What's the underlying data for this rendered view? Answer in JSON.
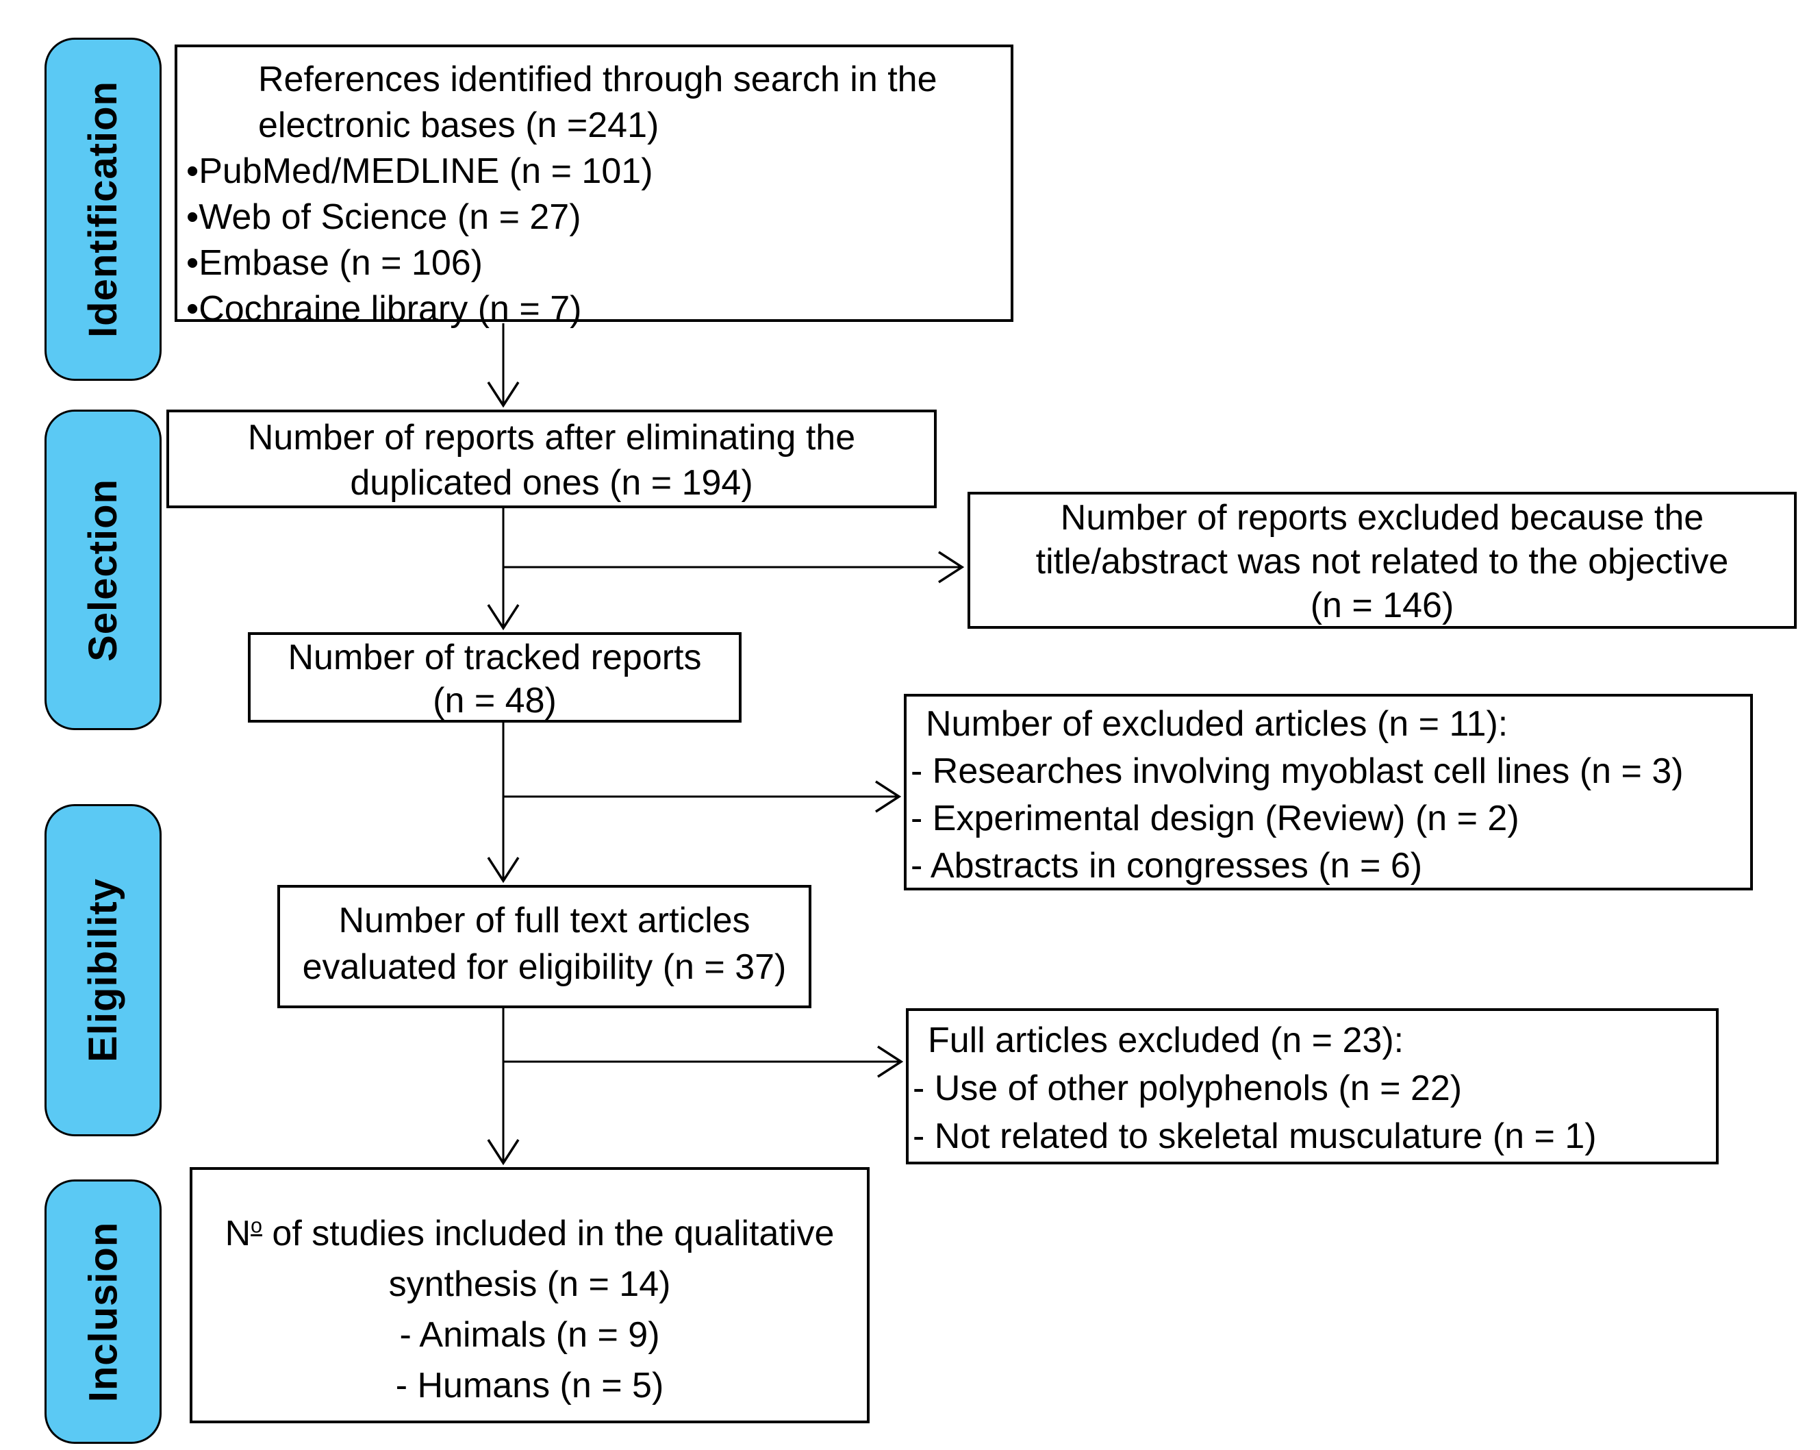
{
  "palette": {
    "sidebar_fill": "#5bc9f4",
    "line_color": "#000000",
    "box_bg": "#ffffff"
  },
  "sidebar": {
    "items": [
      {
        "label": "Identification"
      },
      {
        "label": "Selection"
      },
      {
        "label": "Eligibility"
      },
      {
        "label": "Inclusion"
      }
    ]
  },
  "boxes": {
    "identified": {
      "lines": [
        "References identified through search in the",
        "electronic bases (n =241)",
        "•PubMed/MEDLINE (n = 101)",
        "•Web of Science (n = 27)",
        "•Embase (n = 106)",
        "•Cochraine library (n = 7)"
      ]
    },
    "deduplicated": {
      "lines": [
        "Number of reports after eliminating the",
        "duplicated ones (n = 194)"
      ]
    },
    "excluded_title_abstract": {
      "lines": [
        "Number of reports excluded because the",
        "title/abstract was not related to the objective",
        "(n = 146)"
      ]
    },
    "tracked": {
      "lines": [
        "Number of tracked reports",
        "(n = 48)"
      ]
    },
    "excluded_articles": {
      "lines": [
        "Number of excluded articles (n = 11):",
        "- Researches involving myoblast cell lines (n = 3)",
        "- Experimental design (Review) (n = 2)",
        "- Abstracts in congresses (n = 6)"
      ]
    },
    "fulltext": {
      "lines": [
        "Number of full text articles",
        "evaluated for eligibility (n = 37)"
      ]
    },
    "full_excluded": {
      "lines": [
        "Full articles excluded (n = 23):",
        "- Use of other polyphenols (n = 22)",
        "- Not related to skeletal musculature (n = 1)"
      ]
    },
    "included": {
      "line1": {
        "prefix": "N",
        "ordinal": "o",
        "rest": " of studies included in the qualitative"
      },
      "lines": [
        "synthesis (n = 14)",
        "- Animals (n = 9)",
        "- Humans (n = 5)"
      ]
    }
  }
}
